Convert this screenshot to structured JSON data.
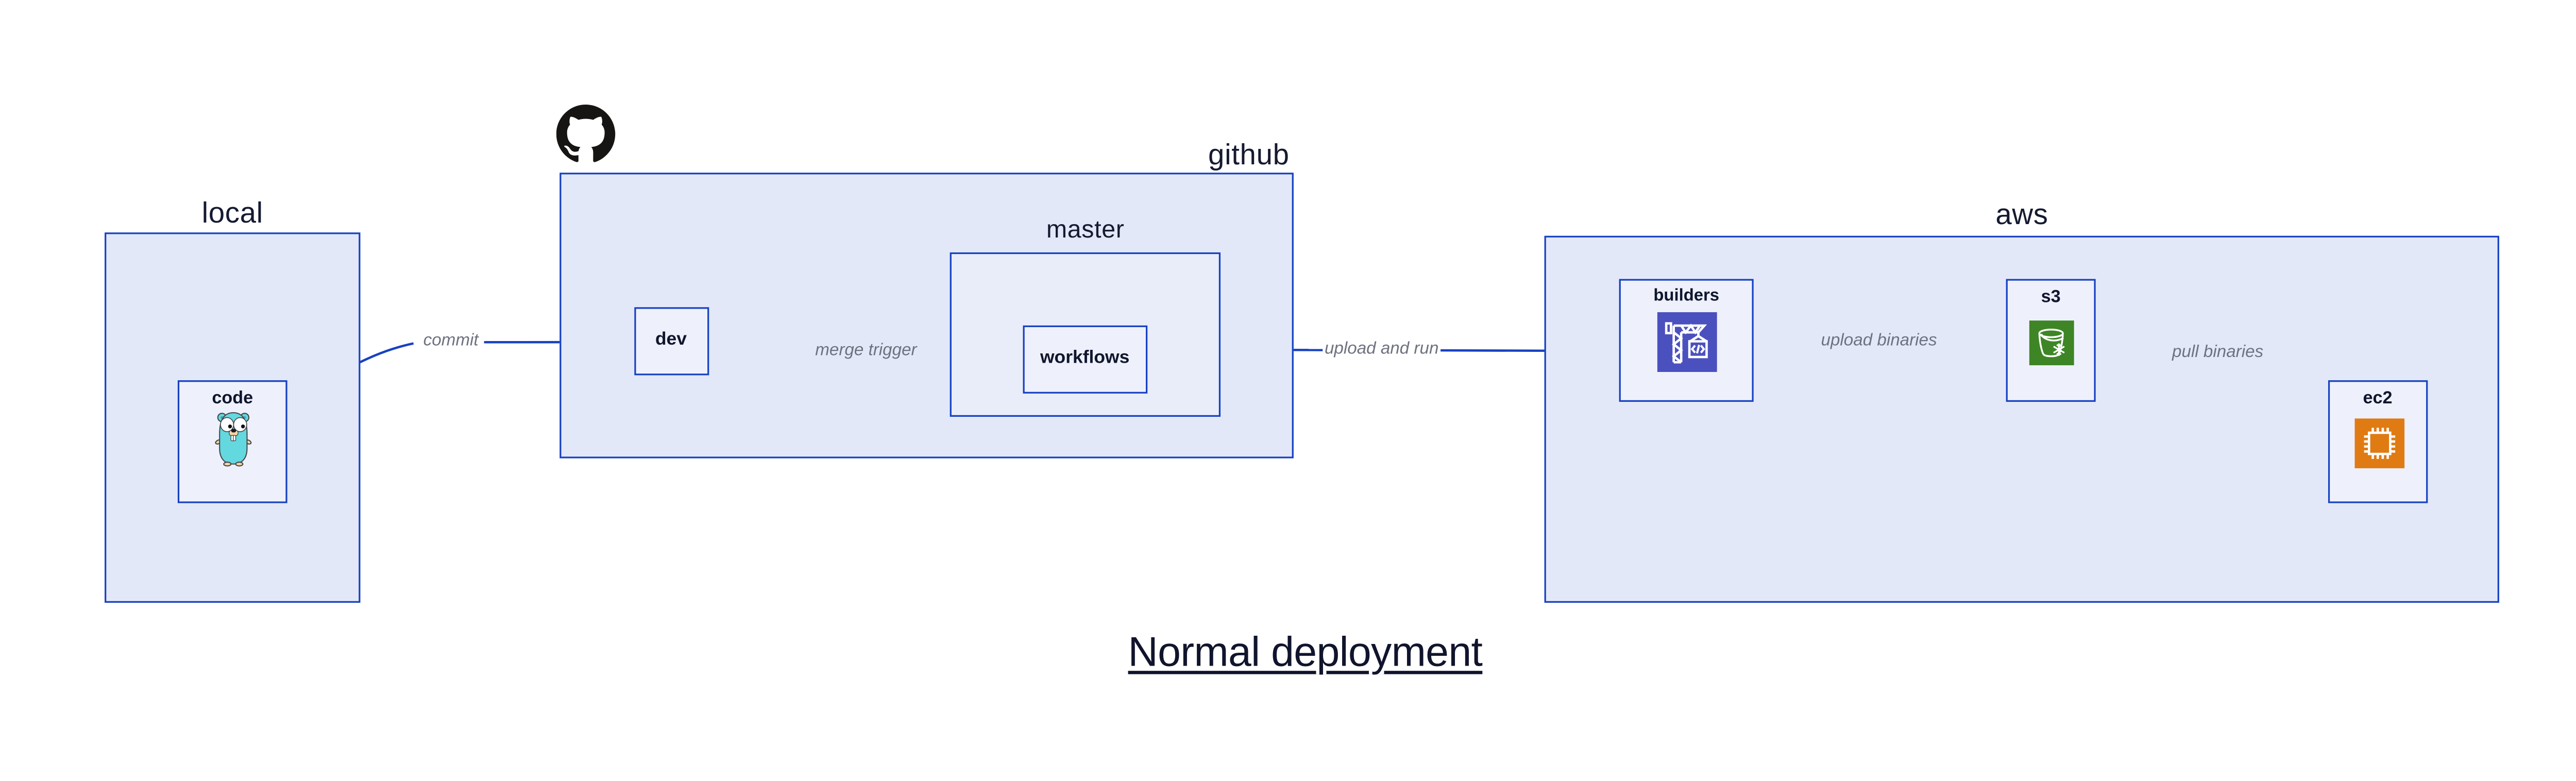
{
  "diagram": {
    "title": "Normal deployment",
    "containers": {
      "local": {
        "label": "local"
      },
      "github": {
        "label": "github"
      },
      "master": {
        "label": "master"
      },
      "aws": {
        "label": "aws"
      }
    },
    "nodes": {
      "code": {
        "label": "code",
        "icon": "go-gopher-icon"
      },
      "dev": {
        "label": "dev"
      },
      "workflows": {
        "label": "workflows"
      },
      "builders": {
        "label": "builders",
        "icon": "codebuild-crane-icon"
      },
      "s3": {
        "label": "s3",
        "icon": "s3-glacier-bucket-icon"
      },
      "ec2": {
        "label": "ec2",
        "icon": "ec2-chip-icon"
      }
    },
    "edges": [
      {
        "from": "code",
        "to": "dev",
        "label": "commit"
      },
      {
        "from": "dev",
        "to": "workflows",
        "label": "merge trigger"
      },
      {
        "from": "workflows",
        "to": "builders",
        "label": "upload and run"
      },
      {
        "from": "builders",
        "to": "s3",
        "label": "upload binaries"
      },
      {
        "from": "s3",
        "to": "ec2",
        "label": "pull binaries"
      }
    ],
    "colors": {
      "border_blue": "#1741c2",
      "container_fill": "#e3e8f9",
      "node_fill": "#eef1fc",
      "edge_label_gray": "#6e7280",
      "text_navy": "#141a33",
      "codebuild_purple": "#4b50bf",
      "s3_green": "#3e8526",
      "ec2_orange": "#e07b13",
      "octocat_black": "#171513",
      "gopher_teal": "#63d8de"
    }
  }
}
